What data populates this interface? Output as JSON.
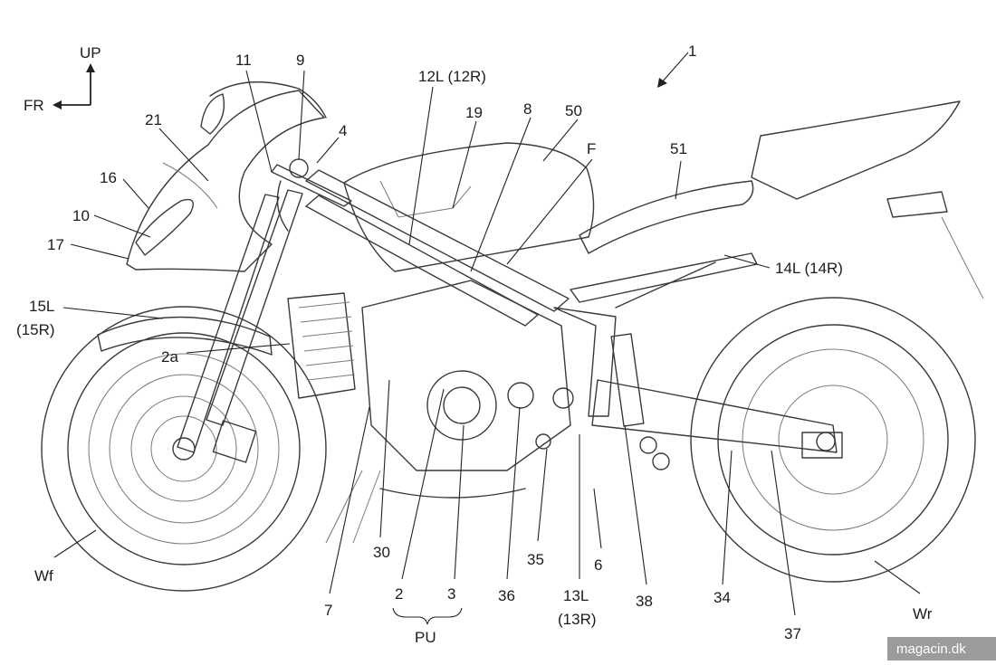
{
  "orientation": {
    "up": "UP",
    "front": "FR"
  },
  "labels": {
    "n1": "1",
    "n11": "11",
    "n9": "9",
    "n12": "12L (12R)",
    "n19": "19",
    "n8": "8",
    "n50": "50",
    "nF": "F",
    "n51": "51",
    "n21": "21",
    "n4": "4",
    "n16": "16",
    "n10": "10",
    "n17": "17",
    "n14": "14L (14R)",
    "n15a": "15L",
    "n15b": "(15R)",
    "n2a": "2a",
    "nWf": "Wf",
    "n7": "7",
    "n30": "30",
    "n2": "2",
    "n3": "3",
    "nPU": "PU",
    "n36": "36",
    "n35": "35",
    "n13a": "13L",
    "n13b": "(13R)",
    "n6": "6",
    "n38": "38",
    "n34": "34",
    "n37": "37",
    "nWr": "Wr"
  },
  "watermark": "magacin.dk"
}
